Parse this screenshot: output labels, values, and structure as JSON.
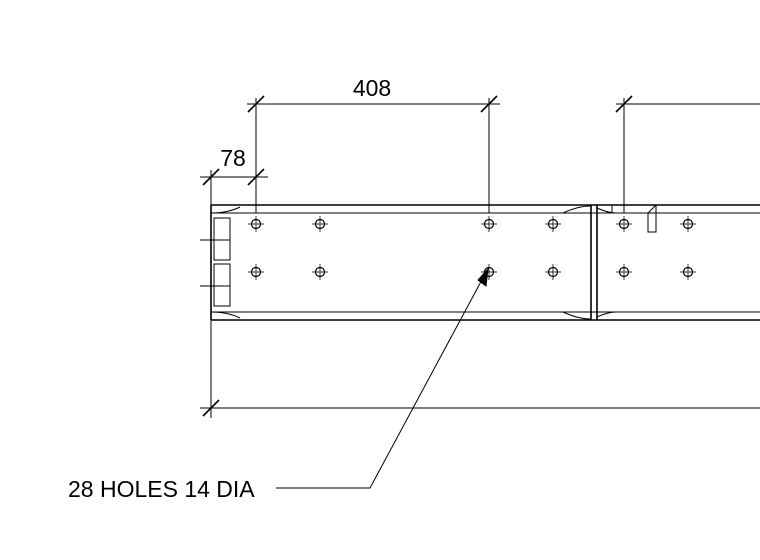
{
  "dimensions": {
    "top_spacing": "408",
    "edge_distance": "78"
  },
  "note": {
    "holes": "28 HOLES 14 DIA"
  }
}
